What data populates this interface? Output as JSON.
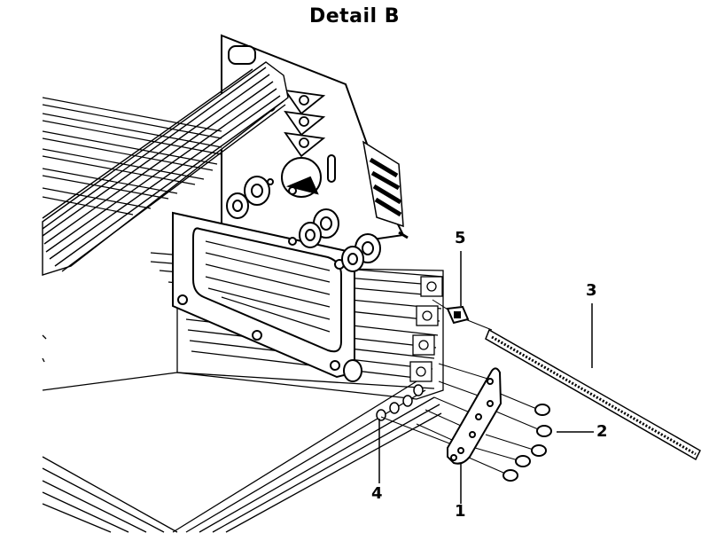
{
  "title": "Detail B",
  "callouts": {
    "c1": "1",
    "c2": "2",
    "c3": "3",
    "c4": "4",
    "c5": "5"
  },
  "colors": {
    "ink": "#000000",
    "paper": "#ffffff",
    "shade": "#d9d9d9"
  }
}
